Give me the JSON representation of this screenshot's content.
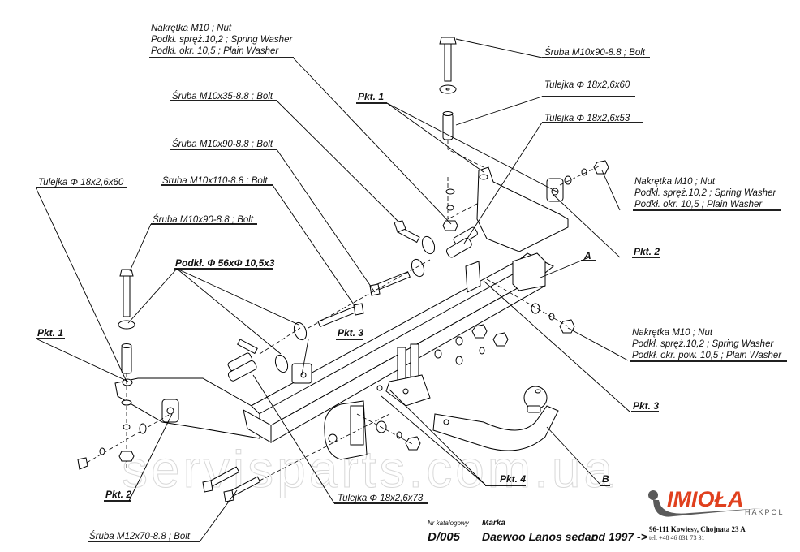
{
  "labels": {
    "nut_top_left": [
      "Nakrętka  M10 ; Nut",
      "Podkł. spręż.10,2 ; Spring Washer",
      "Podkł. okr. 10,5 ; Plain Washer"
    ],
    "bolt_top_right": "Śruba M10x90-8.8 ;  Bolt",
    "sleeve_60_right": "Tulejka Φ 18x2,6x60",
    "sleeve_53": "Tulejka Φ 18x2,6x53",
    "pkt1_top": "Pkt. 1",
    "bolt_35": "Śruba M10x35-8.8 ;  Bolt",
    "bolt_90_mid": "Śruba M10x90-8.8 ;  Bolt",
    "bolt_110": "Śruba M10x110-8.8 ;  Bolt",
    "sleeve_60_left": "Tulejka Φ 18x2,6x60",
    "bolt_90_left": "Śruba M10x90-8.8 ;  Bolt",
    "washer_56": "Podkł. Φ 56xΦ 10,5x3",
    "nut_right_upper": [
      "Nakrętka  M10 ; Nut",
      "Podkł. spręż.10,2 ; Spring Washer",
      "Podkł. okr. 10,5 ; Plain Washer"
    ],
    "pkt2_right": "Pkt. 2",
    "label_a": "A",
    "nut_right_lower": [
      "Nakrętka  M10 ; Nut",
      "Podkł. spręż.10,2 ; Spring Washer",
      "Podkł. okr. pow. 10,5 ; Plain Washer"
    ],
    "pkt3_right": "Pkt. 3",
    "pkt1_left": "Pkt. 1",
    "pkt3_mid": "Pkt. 3",
    "pkt2_left": "Pkt. 2",
    "bolt_m12": "Śruba M12x70-8.8 ;  Bolt",
    "sleeve_73": "Tulejka Φ 18x2,6x73",
    "pkt4": "Pkt. 4",
    "label_b": "B"
  },
  "watermark": "servisparts.com.ua",
  "title_block": {
    "catalog_label": "Nr katalogowy",
    "catalog_number": "D/005",
    "make_label": "Marka",
    "make_value": "Daewoo Lanos sedan",
    "year": "od 1997 ->"
  },
  "company": {
    "brand": "IMIOŁA",
    "sub_brand": "HAKPOL",
    "address": "96-111 Kowiesy, Chojnata 23 A",
    "phone": "tel. +48 46 831 73 31",
    "brand_color": "#e0401e",
    "logo_grey": "#5a5a5a"
  }
}
